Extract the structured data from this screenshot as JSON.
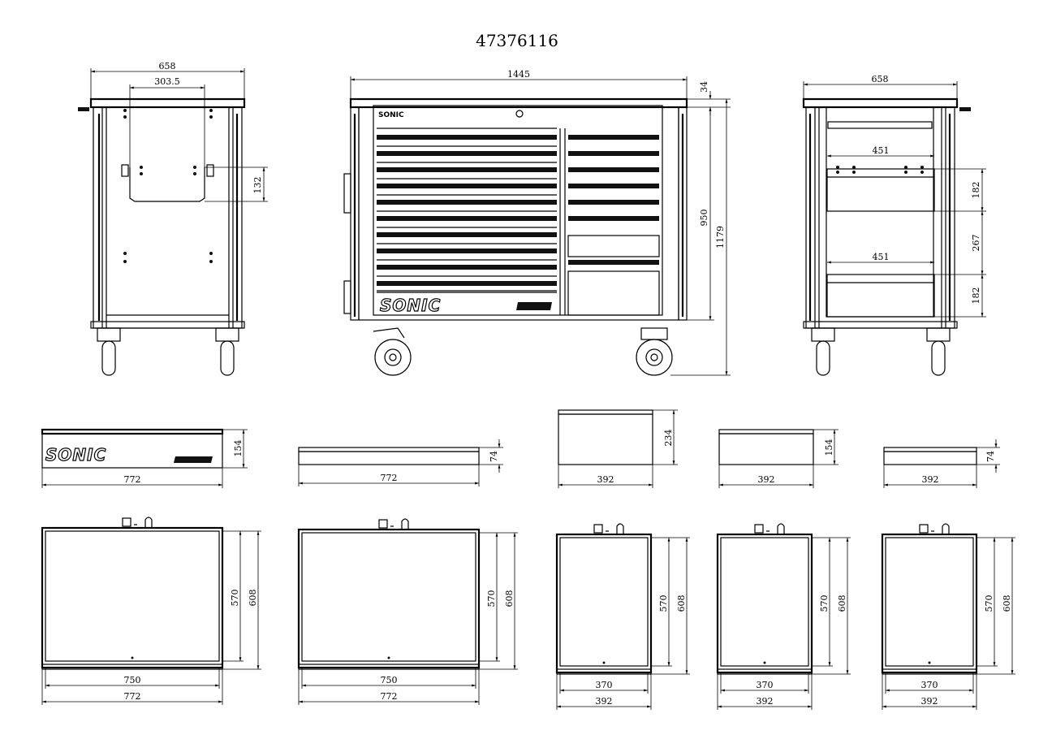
{
  "title": "47376116",
  "brand": "SONIC",
  "colors": {
    "line": "#000000",
    "background": "#ffffff"
  },
  "dims": {
    "side_left": {
      "width": "658",
      "bracket_width": "303.5",
      "bracket_height": "132"
    },
    "front": {
      "width": "1445",
      "top_offset": "34",
      "body_height": "950",
      "total_height": "1179"
    },
    "side_right": {
      "width": "658",
      "shelf_width_top": "451",
      "shelf_width_bottom": "451",
      "shelf_height_top": "182",
      "shelf_gap": "267",
      "shelf_height_bottom": "182"
    },
    "drawer_fronts": [
      {
        "width": "772",
        "height": "154"
      },
      {
        "width": "772",
        "height": "74"
      },
      {
        "width": "392",
        "height": "234"
      },
      {
        "width": "392",
        "height": "154"
      },
      {
        "width": "392",
        "height": "74"
      }
    ],
    "drawer_tops": [
      {
        "inner_width": "750",
        "outer_width": "772",
        "inner_depth": "570",
        "outer_depth": "608"
      },
      {
        "inner_width": "750",
        "outer_width": "772",
        "inner_depth": "570",
        "outer_depth": "608"
      },
      {
        "inner_width": "370",
        "outer_width": "392",
        "inner_depth": "570",
        "outer_depth": "608"
      },
      {
        "inner_width": "370",
        "outer_width": "392",
        "inner_depth": "570",
        "outer_depth": "608"
      },
      {
        "inner_width": "370",
        "outer_width": "392",
        "inner_depth": "570",
        "outer_depth": "608"
      }
    ]
  }
}
